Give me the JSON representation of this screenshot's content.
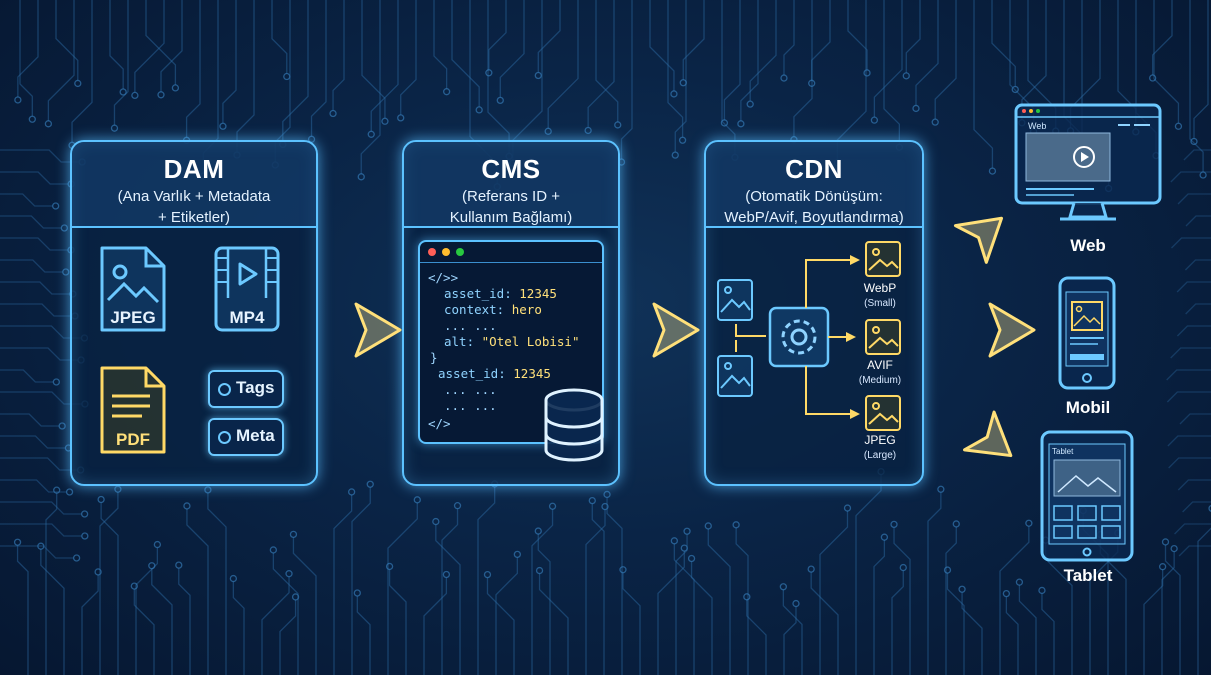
{
  "colors": {
    "accent_blue": "#5cc2ff",
    "accent_yellow": "#ffe07a",
    "background": "#071a33"
  },
  "dam": {
    "title": "DAM",
    "subtitle_line1": "(Ana Varlık + Metadata",
    "subtitle_line2": "+ Etiketler)",
    "files": [
      "JPEG",
      "MP4",
      "PDF"
    ],
    "tags": [
      "Tags",
      "Meta"
    ]
  },
  "cms": {
    "title": "CMS",
    "subtitle_line1": "(Referans ID +",
    "subtitle_line2": "Kullanım Bağlamı)",
    "code": {
      "open": "</>>",
      "asset_key": "asset_id:",
      "asset_val": "12345",
      "context_key": "context:",
      "context_val": "hero",
      "ellipsis": "... ...",
      "alt_key": "alt:",
      "alt_val": "\"Otel Lobisi\"",
      "close_brace": "}",
      "asset_key2": "asset_id:",
      "asset_val2": "12345",
      "close": "</>"
    },
    "database_icon": "database-icon"
  },
  "cdn": {
    "title": "CDN",
    "subtitle_line1": "(Otomatik Dönüşüm:",
    "subtitle_line2": "WebP/Avif, Boyutlandırma)",
    "outputs": [
      {
        "format": "WebP",
        "size": "(Small)"
      },
      {
        "format": "AVIF",
        "size": "(Medium)"
      },
      {
        "format": "JPEG",
        "size": "(Large)"
      }
    ],
    "process_icon": "gear-icon"
  },
  "devices": [
    {
      "label": "Web",
      "screen_text": "Web",
      "icon": "monitor-icon"
    },
    {
      "label": "Mobil",
      "icon": "phone-icon"
    },
    {
      "label": "Tablet",
      "screen_text": "Tablet",
      "icon": "tablet-icon"
    }
  ]
}
